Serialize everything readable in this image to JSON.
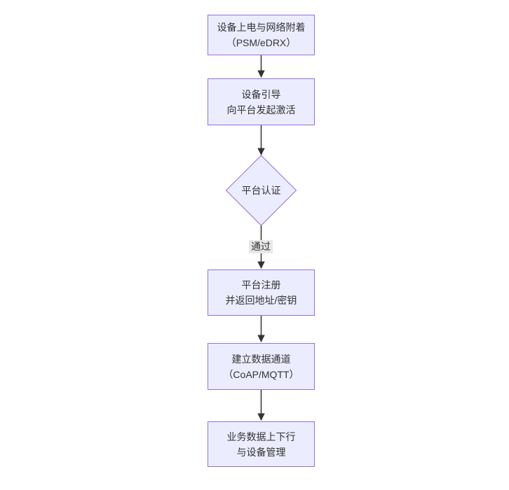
{
  "diagram": {
    "type": "flowchart",
    "direction": "top-down",
    "colors": {
      "node_fill": "#ECECFF",
      "node_border": "#9370DB",
      "text": "#333333",
      "edge": "#333333",
      "edge_label_bg": "#e8e8e8",
      "background": "#ffffff"
    },
    "nodes": [
      {
        "shape": "rect",
        "line1": "设备上电与网络附着",
        "line2": "（PSM/eDRX）"
      },
      {
        "shape": "rect",
        "line1": "设备引导",
        "line2": "向平台发起激活"
      },
      {
        "shape": "diamond",
        "line1": "平台认证",
        "line2": ""
      },
      {
        "shape": "rect",
        "line1": "平台注册",
        "line2": "并返回地址/密钥"
      },
      {
        "shape": "rect",
        "line1": "建立数据通道",
        "line2": "（CoAP/MQTT）"
      },
      {
        "shape": "rect",
        "line1": "业务数据上下行",
        "line2": "与设备管理"
      }
    ],
    "edges": [
      {
        "from": 0,
        "to": 1,
        "label": ""
      },
      {
        "from": 1,
        "to": 2,
        "label": ""
      },
      {
        "from": 2,
        "to": 3,
        "label": "通过"
      },
      {
        "from": 3,
        "to": 4,
        "label": ""
      },
      {
        "from": 4,
        "to": 5,
        "label": ""
      }
    ]
  }
}
